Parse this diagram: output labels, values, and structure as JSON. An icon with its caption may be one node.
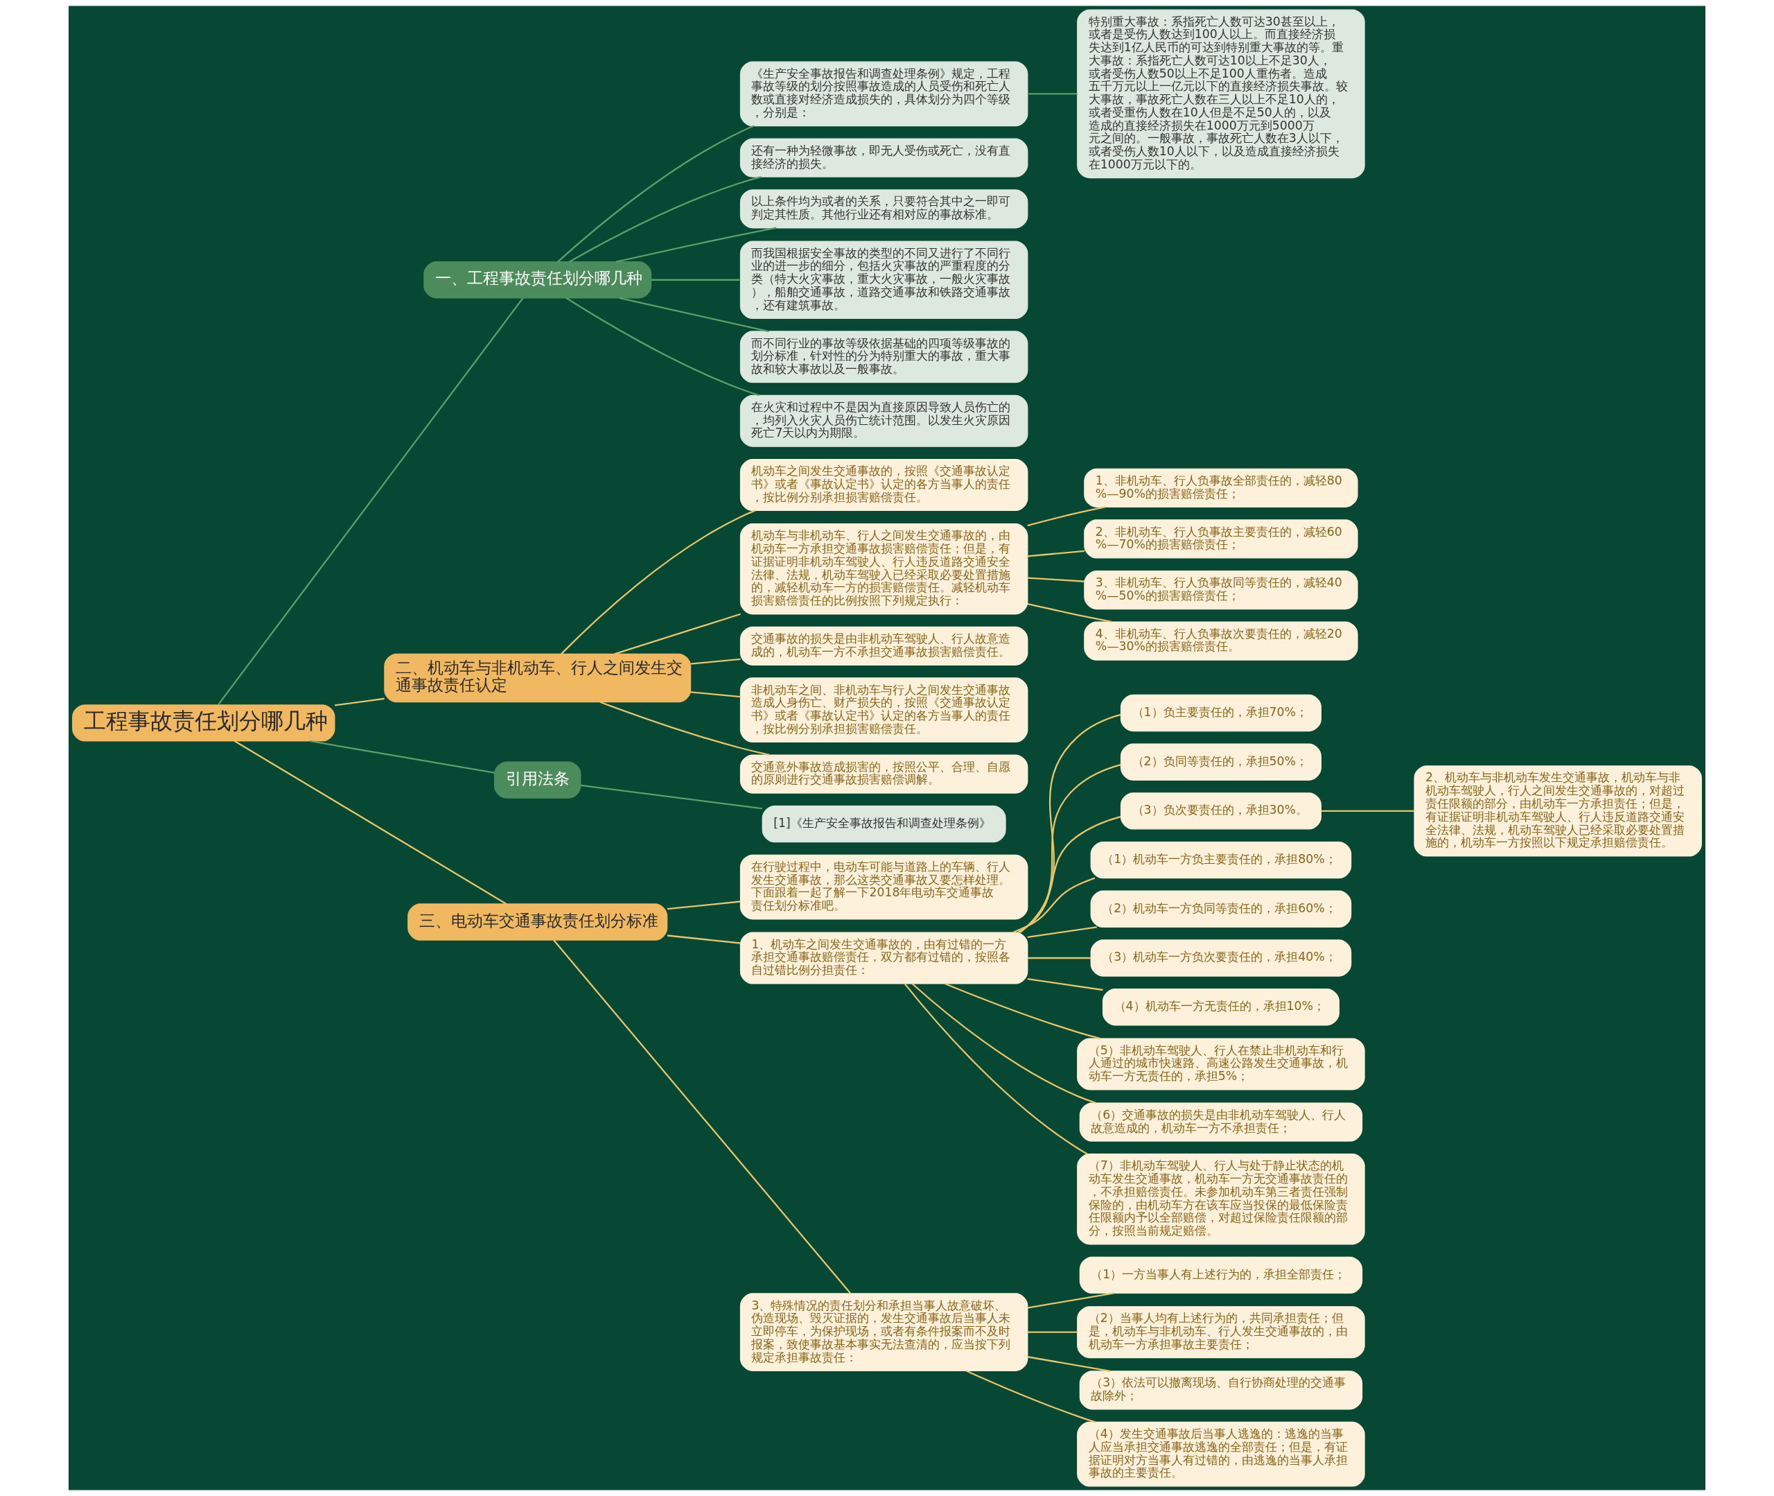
{
  "diagram": {
    "nodes": [
      {
        "text": [
          "工程事故责任划分哪几种"
        ]
      },
      {
        "text": [
          "一、工程事故责任划分哪几种"
        ]
      },
      {
        "text": [
          "《生产安全事故报告和调查处理条例》规定，工程事故等级的划分按照事故造成的人员受伤和死亡人数或直接对经济造成损失的，具体划分为四个等级，分别是："
        ]
      },
      {
        "text": [
          "特别重大事故：系指死亡人数可达30甚至以上，或者是受伤人数达到100人以上。而直接经济损失达到1亿人民币的可达到特别重大事故的等。重大事故：系指死亡人数可达10以上不足30人，或者受伤人数50以上不足100人重伤者。造成五千万元以上一亿元以下的直接经济损失事故。较大事故，事故死亡人数在三人以上不足10人的，或者受重伤人数在10人但是不足50人的，以及造成的直接经济损失在1000万元到5000万元之间的。一般事故，事故死亡人数在3人以下，或者受伤人数10人以下，以及造成直接经济损失在1000万元以下的。"
        ]
      },
      {
        "text": [
          "还有一种为轻微事故，即无人受伤或死亡，没有直接经济的损失。"
        ]
      },
      {
        "text": [
          "以上条件均为或者的关系，只要符合其中之一即可判定其性质。其他行业还有相对应的事故标准。"
        ]
      },
      {
        "text": [
          "而我国根据安全事故的类型的不同又进行了不同行业的进一步的细分，包括火灾事故的严重程度的分类（特大火灾事故，重大火灾事故，一般火灾事故），船舶交通事故，道路交通事故和铁路交通事故，还有建筑事故。"
        ]
      },
      {
        "text": [
          "而不同行业的事故等级依据基础的四项等级事故的划分标准，针对性的分为特别重大的事故，重大事故和较大事故以及一般事故。"
        ]
      },
      {
        "text": [
          "在火灾和过程中不是因为直接原因导致人员伤亡的，均列入火灾人员伤亡统计范围。以发生火灾原因死亡7天以内为期限。"
        ]
      },
      {
        "text": [
          "二、机动车与非机动车、行人之间发生交通事故责任认定"
        ]
      },
      {
        "text": [
          "机动车之间发生交通事故的，按照《交通事故认定书》或者《事故认定书》认定的各方当事人的责任，按比例分别承担损害赔偿责任。"
        ]
      },
      {
        "text": [
          "机动车与非机动车、行人之间发生交通事故的，由机动车一方承担交通事故损害赔偿责任；但是，有证据证明非机动车驾驶人、行人违反道路交通安全法律、法规，机动车驾驶入已经采取必要处置措施的，减轻机动车一方的损害赔偿责任。减轻机动车损害赔偿责任的比例按照下列规定执行："
        ]
      },
      {
        "text": [
          "1、非机动车、行人负事故全部责任的，减轻80%—90%的损害赔偿责任；"
        ]
      },
      {
        "text": [
          "2、非机动车、行人负事故主要责任的，减轻60%—70%的损害赔偿责任；"
        ]
      },
      {
        "text": [
          "3、非机动车、行人负事故同等责任的，减轻40%—50%的损害赔偿责任；"
        ]
      },
      {
        "text": [
          "4、非机动车、行人负事故次要责任的，减轻20%—30%的损害赔偿责任。"
        ]
      },
      {
        "text": [
          "交通事故的损失是由非机动车驾驶人、行人故意造成的，机动车一方不承担交通事故损害赔偿责任。"
        ]
      },
      {
        "text": [
          "非机动车之间、非机动车与行人之间发生交通事故造成人身伤亡、财产损失的，按照《交通事故认定书》或者《事故认定书》认定的各方当事人的责任，按比例分别承担损害赔偿责任。"
        ]
      },
      {
        "text": [
          "交通意外事故造成损害的，按照公平、合理、自愿的原则进行交通事故损害赔偿调解。"
        ]
      },
      {
        "text": [
          "引用法条"
        ]
      },
      {
        "text": [
          "[1]《生产安全事故报告和调查处理条例》"
        ]
      },
      {
        "text": [
          "三、电动车交通事故责任划分标准"
        ]
      },
      {
        "text": [
          "在行驶过程中，电动车可能与道路上的车辆、行人发生交通事故，那么这类交通事故又要怎样处理。下面跟着一起了解一下2018年电动车交通事故责任划分标准吧。"
        ]
      },
      {
        "text": [
          "1、机动车之间发生交通事故的，由有过错的一方承担交通事故赔偿责任，双方都有过错的，按照各自过错比例分担责任："
        ]
      },
      {
        "text": [
          "（1）负主要责任的，承担70%；"
        ]
      },
      {
        "text": [
          "（2）负同等责任的，承担50%；"
        ]
      },
      {
        "text": [
          "（3）负次要责任的，承担30%。"
        ]
      },
      {
        "text": [
          "2、机动车与非机动车发生交通事故，机动车与非机动车驾驶人，行人之间发生交通事故的，对超过责任限额的部分，由机动车一方承担责任；但是，有证据证明非机动车驾驶人、行人违反道路交通安全法律、法规，机动车驾驶人已经采取必要处置措施的，机动车一方按照以下规定承担赔偿责任。"
        ]
      },
      {
        "text": [
          "（1）机动车一方负主要责任的，承担80%；"
        ]
      },
      {
        "text": [
          "（2）机动车一方负同等责任的，承担60%；"
        ]
      },
      {
        "text": [
          "（3）机动车一方负次要责任的，承担40%；"
        ]
      },
      {
        "text": [
          "（4）机动车一方无责任的，承担10%；"
        ]
      },
      {
        "text": [
          "（5）非机动车驾驶人、行人在禁止非机动车和行人通过的城市快速路、高速公路发生交通事故，机动车一方无责任的，承担5%；"
        ]
      },
      {
        "text": [
          "（6）交通事故的损失是由非机动车驾驶人、行人故意造成的，机动车一方不承担责任；"
        ]
      },
      {
        "text": [
          "（7）非机动车驾驶人、行人与处于静止状态的机动车发生交通事故，机动车一方无交通事故责任的，不承担赔偿责任。未参加机动车第三者责任强制保险的，由机动车方在该车应当投保的最低保险责任限额内予以全部赔偿，对超过保险责任限额的部分，按照当前规定赔偿。"
        ]
      },
      {
        "text": [
          "3、特殊情况的责任划分和承担当事人故意破坏、伪造现场、毁灭证据的，发生交通事故后当事人未立即停车，为保护现场，或者有条件报案而不及时报案，致使事故基本事实无法查清的，应当按下列规定承担事故责任："
        ]
      },
      {
        "text": [
          "（1）一方当事人有上述行为的，承担全部责任；"
        ]
      },
      {
        "text": [
          "（2）当事人均有上述行为的，共同承担责任；但是，机动车与非机动车、行人发生交通事故的，由机动车一方承担事故主要责任；"
        ]
      },
      {
        "text": [
          "（3）依法可以撤离现场、自行协商处理的交通事故除外；"
        ]
      },
      {
        "text": [
          "（4）发生交通事故后当事人逃逸的：逃逸的当事人应当承担交通事故逃逸的全部责任；但是，有证据证明对方当事人有过错的，由逃逸的当事人承担事故的主要责任。"
        ]
      }
    ],
    "edges": [
      {
        "from": 0,
        "to": 1,
        "arrow": "none",
        "color": "#5e9e6a"
      },
      {
        "from": 1,
        "to": 2,
        "arrow": "none",
        "color": "#5e9e6a"
      },
      {
        "from": 2,
        "to": 3,
        "arrow": "none",
        "color": "#5e9e6a"
      },
      {
        "from": 1,
        "to": 4,
        "arrow": "none",
        "color": "#5e9e6a"
      },
      {
        "from": 1,
        "to": 5,
        "arrow": "none",
        "color": "#5e9e6a"
      },
      {
        "from": 1,
        "to": 6,
        "arrow": "none",
        "color": "#5e9e6a"
      },
      {
        "from": 1,
        "to": 7,
        "arrow": "none",
        "color": "#5e9e6a"
      },
      {
        "from": 1,
        "to": 8,
        "arrow": "none",
        "color": "#5e9e6a"
      },
      {
        "from": 0,
        "to": 9,
        "arrow": "none"
      },
      {
        "from": 9,
        "to": 10,
        "arrow": "none"
      },
      {
        "from": 9,
        "to": 11,
        "arrow": "none"
      },
      {
        "from": 11,
        "to": 12,
        "arrow": "none"
      },
      {
        "from": 11,
        "to": 13,
        "arrow": "none"
      },
      {
        "from": 11,
        "to": 14,
        "arrow": "none"
      },
      {
        "from": 11,
        "to": 15,
        "arrow": "none"
      },
      {
        "from": 9,
        "to": 16,
        "arrow": "none"
      },
      {
        "from": 9,
        "to": 17,
        "arrow": "none"
      },
      {
        "from": 9,
        "to": 18,
        "arrow": "none"
      },
      {
        "from": 0,
        "to": 19,
        "arrow": "none",
        "color": "#5e9e6a"
      },
      {
        "from": 19,
        "to": 20,
        "arrow": "none",
        "color": "#5e9e6a"
      },
      {
        "from": 0,
        "to": 21,
        "arrow": "none"
      },
      {
        "from": 21,
        "to": 22,
        "arrow": "none"
      },
      {
        "from": 21,
        "to": 23,
        "arrow": "none"
      },
      {
        "from": 23,
        "to": 24,
        "arrow": "none"
      },
      {
        "from": 23,
        "to": 25,
        "arrow": "none"
      },
      {
        "from": 23,
        "to": 26,
        "arrow": "none"
      },
      {
        "from": 26,
        "to": 27,
        "arrow": "none"
      },
      {
        "from": 23,
        "to": 28,
        "arrow": "none"
      },
      {
        "from": 23,
        "to": 29,
        "arrow": "none"
      },
      {
        "from": 23,
        "to": 30,
        "arrow": "none"
      },
      {
        "from": 23,
        "to": 31,
        "arrow": "none"
      },
      {
        "from": 23,
        "to": 32,
        "arrow": "none"
      },
      {
        "from": 23,
        "to": 33,
        "arrow": "none"
      },
      {
        "from": 23,
        "to": 34,
        "arrow": "none"
      },
      {
        "from": 21,
        "to": 35,
        "arrow": "none"
      },
      {
        "from": 35,
        "to": 36,
        "arrow": "none"
      },
      {
        "from": 35,
        "to": 37,
        "arrow": "none"
      },
      {
        "from": 35,
        "to": 38,
        "arrow": "none"
      },
      {
        "from": 35,
        "to": 39,
        "arrow": "none"
      }
    ]
  }
}
